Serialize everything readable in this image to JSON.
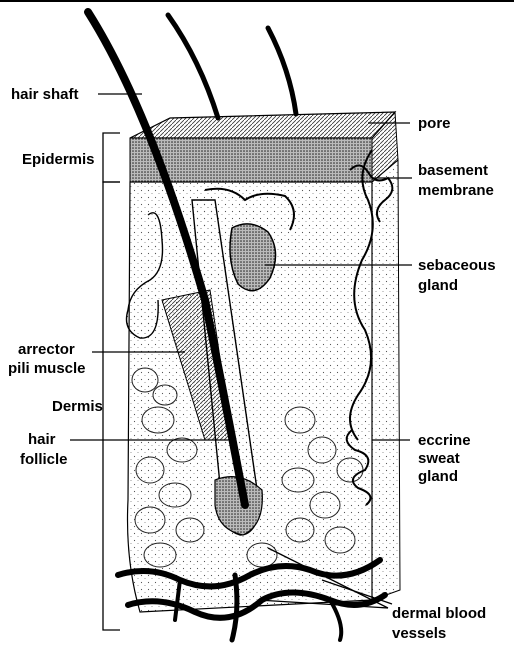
{
  "labels": {
    "hair_shaft": "hair shaft",
    "epidermis": "Epidermis",
    "arrector_line1": "arrector",
    "arrector_line2": "pili muscle",
    "dermis": "Dermis",
    "follicle_line1": "hair",
    "follicle_line2": "follicle",
    "pore": "pore",
    "basement_line1": "basement",
    "basement_line2": "membrane",
    "sebaceous_line1": "sebaceous",
    "sebaceous_line2": "gland",
    "eccrine_line1": "eccrine",
    "eccrine_line2": "sweat",
    "eccrine_line3": "gland",
    "vessels_line1": "dermal blood",
    "vessels_line2": "vessels"
  }
}
